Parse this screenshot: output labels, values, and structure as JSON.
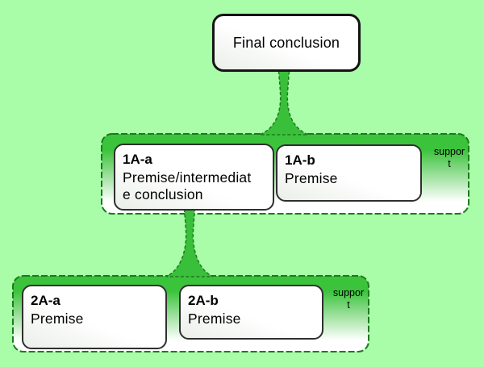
{
  "diagram": {
    "root": {
      "label": "Final conclusion"
    },
    "groups": [
      {
        "support_label": "suppor\nt",
        "nodes": [
          {
            "title": "1A-a",
            "body": "Premise/intermediat\ne conclusion"
          },
          {
            "title": "1A-b",
            "body": "Premise"
          }
        ]
      },
      {
        "support_label": "suppor\nt",
        "nodes": [
          {
            "title": "2A-a",
            "body": "Premise"
          },
          {
            "title": "2A-b",
            "body": "Premise"
          }
        ]
      }
    ]
  },
  "colors": {
    "canvas_background": "#a9fda9",
    "group_fill_top": "#3cc33c",
    "group_border": "#1d7a1d",
    "connector_fill": "#3abf3a",
    "node_border": "#2f2f2f",
    "node_fill": "#ffffff",
    "final_node_border": "#141414",
    "text": "#000000"
  }
}
